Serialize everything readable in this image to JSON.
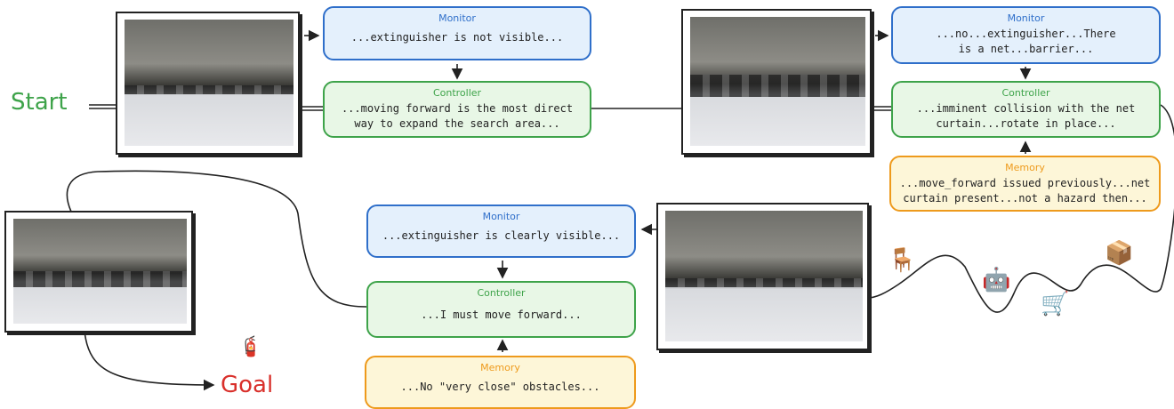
{
  "labels": {
    "start": "Start",
    "goal": "Goal"
  },
  "colors": {
    "monitor": "#2f6fca",
    "controller": "#3ea34a",
    "memory": "#ee9a1c",
    "start": "#3ea34a",
    "goal": "#d9302b"
  },
  "steps": [
    {
      "monitor": {
        "title": "Monitor",
        "text": "...extinguisher is not visible..."
      },
      "controller": {
        "title": "Controller",
        "text": "...moving forward is the most direct\nway to expand the search area..."
      }
    },
    {
      "monitor": {
        "title": "Monitor",
        "text": "...no...extinguisher...There\nis a net...barrier..."
      },
      "controller": {
        "title": "Controller",
        "text": "...imminent collision with the net\ncurtain...rotate in place..."
      },
      "memory": {
        "title": "Memory",
        "text": "...move_forward issued previously...net\ncurtain present...not a hazard then..."
      }
    },
    {
      "monitor": {
        "title": "Monitor",
        "text": "...extinguisher is clearly visible..."
      },
      "controller": {
        "title": "Controller",
        "text": "...I must move forward..."
      },
      "memory": {
        "title": "Memory",
        "text": "...No \"very close\" obstacles..."
      }
    }
  ],
  "icons": {
    "chair": "🪑",
    "robot": "🤖",
    "cart": "🛒",
    "box": "📦",
    "extinguisher": "🧯"
  }
}
